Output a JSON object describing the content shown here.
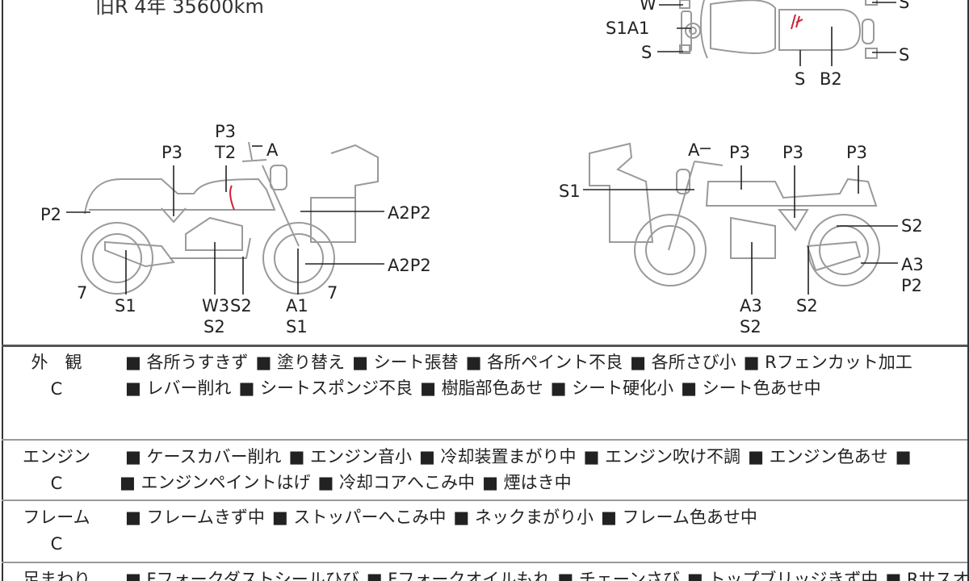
{
  "header": {
    "info": "旧R 4年 35600km"
  },
  "top_view": {
    "labels": [
      "W",
      "S1A1",
      "S",
      "S",
      "S",
      "S",
      "B2"
    ]
  },
  "left_view": {
    "labels": [
      "P3",
      "P3",
      "T2",
      "A",
      "P2",
      "A2P2",
      "A2P2",
      "7",
      "S1",
      "W3",
      "S2",
      "S2",
      "A1",
      "S1",
      "7"
    ]
  },
  "right_view": {
    "labels": [
      "A",
      "P3",
      "P3",
      "P3",
      "S1",
      "S2",
      "A3",
      "P2",
      "A3",
      "S2",
      "S2"
    ]
  },
  "colors": {
    "line": "#999999",
    "text": "#222222",
    "damage": "#cc2233"
  },
  "table": [
    {
      "category": "外　観",
      "grade": "C",
      "items": [
        "■ 各所うすきず",
        "■ 塗り替え",
        "■ シート張替",
        "■ 各所ペイント不良",
        "■ 各所さび小",
        "■ Rフェンカット加工",
        "■ レバー削れ",
        "■ シートスポンジ不良",
        "■ 樹脂部色あせ",
        "■ シート硬化小",
        "■ シート色あせ中"
      ]
    },
    {
      "category": "エンジン",
      "grade": "C",
      "items": [
        "■ ケースカバー削れ",
        "■ エンジン音小",
        "■ 冷却装置まがり中",
        "■ エンジン吹け不調",
        "■ エンジン色あせ",
        "■ エンジンペイントはげ",
        "■ 冷却コアへこみ中",
        "■ 煙はき中"
      ]
    },
    {
      "category": "フレーム",
      "grade": "C",
      "items": [
        "■ フレームきず中",
        "■ ストッパーへこみ中",
        "■ ネックまがり小",
        "■ フレーム色あせ中"
      ]
    },
    {
      "category": "足まわり",
      "grade": "",
      "items": [
        "■ Fフォークダストシールひび",
        "■ Fフォークオイルもれ",
        "■ チェーンさび",
        "■ トップブリッジきず中",
        "■ Rサスオイ"
      ]
    }
  ]
}
